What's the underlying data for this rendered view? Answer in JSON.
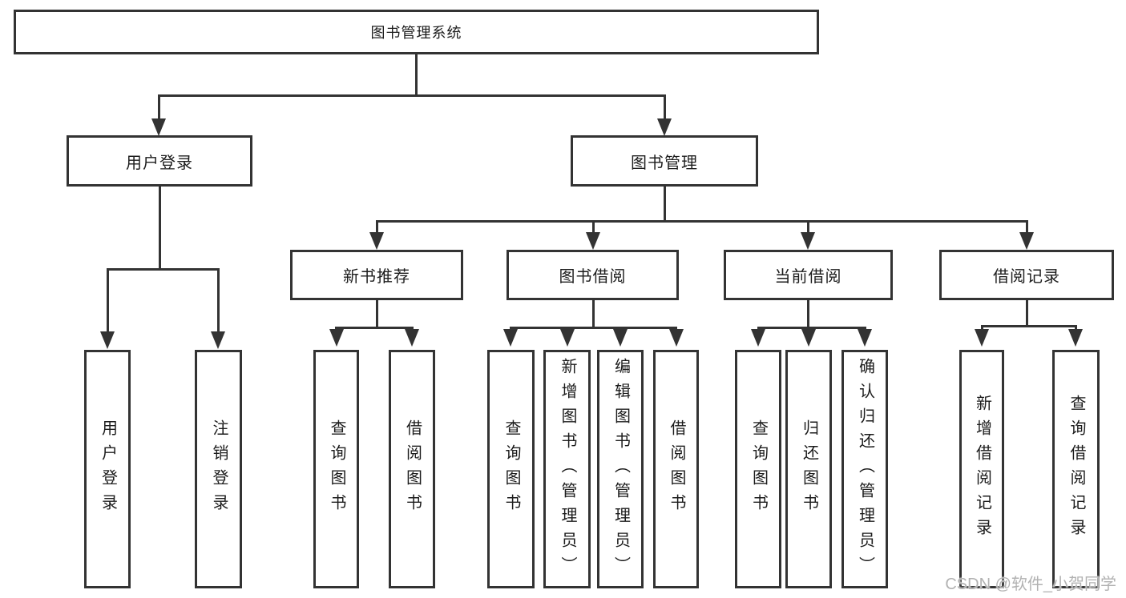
{
  "diagram": {
    "root": {
      "label": "图书管理系统"
    },
    "branches": [
      {
        "label": "用户登录",
        "children": [
          {
            "label": "用户登录"
          },
          {
            "label": "注销登录"
          }
        ]
      },
      {
        "label": "图书管理",
        "children": [
          {
            "label": "新书推荐",
            "children": [
              {
                "label": "查询图书"
              },
              {
                "label": "借阅图书"
              }
            ]
          },
          {
            "label": "图书借阅",
            "children": [
              {
                "label": "查询图书"
              },
              {
                "label": "新增图书（管理员）"
              },
              {
                "label": "编辑图书（管理员）"
              },
              {
                "label": "借阅图书"
              }
            ]
          },
          {
            "label": "当前借阅",
            "children": [
              {
                "label": "查询图书"
              },
              {
                "label": "归还图书"
              },
              {
                "label": "确认归还（管理员）"
              }
            ]
          },
          {
            "label": "借阅记录",
            "children": [
              {
                "label": "新增借阅记录"
              },
              {
                "label": "查询借阅记录"
              }
            ]
          }
        ]
      }
    ]
  },
  "watermark": {
    "text": "CSDN @软件_小贺同学"
  },
  "colors": {
    "line": "#333333",
    "text": "#1c1c1c",
    "watermark": "#b2b2b2",
    "background": "#ffffff"
  }
}
